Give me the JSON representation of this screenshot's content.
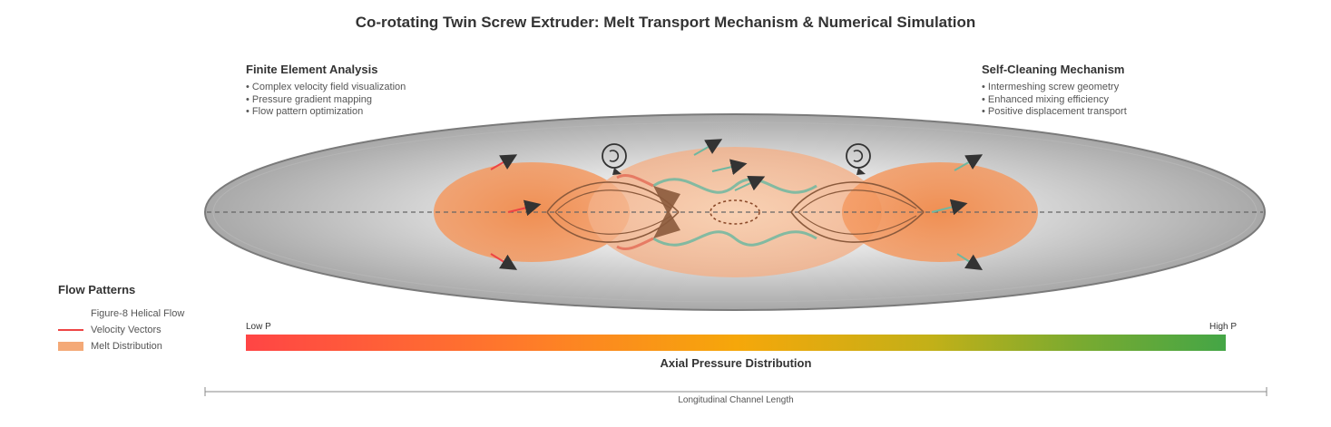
{
  "title": "Co-rotating Twin Screw Extruder: Melt Transport Mechanism & Numerical Simulation",
  "left_panel": {
    "heading": "Finite Element Analysis",
    "items": [
      "Complex velocity field visualization",
      "Pressure gradient mapping",
      "Flow pattern optimization"
    ]
  },
  "right_panel": {
    "heading": "Self-Cleaning Mechanism",
    "items": [
      "Intermeshing screw geometry",
      "Enhanced mixing efficiency",
      "Positive displacement transport"
    ]
  },
  "legend": {
    "heading": "Flow Patterns",
    "items": [
      {
        "label": "Figure-8 Helical Flow",
        "icon": "helix-line"
      },
      {
        "label": "Velocity Vectors",
        "icon": "red-line",
        "color": "#ee4444"
      },
      {
        "label": "Melt Distribution",
        "icon": "orange-swatch",
        "color": "#f4a977"
      }
    ]
  },
  "pressure": {
    "low_label": "Low P",
    "high_label": "High P",
    "title": "Axial Pressure Distribution",
    "colors": [
      "#ff4545",
      "#ff7a2a",
      "#f6a70a",
      "#c2b018",
      "#7aaa30",
      "#44a646"
    ]
  },
  "axis": {
    "label": "Longitudinal Channel Length"
  },
  "colors": {
    "barrel": "#a9a9a9",
    "melt": "#f08a4b",
    "screw": "#8b5a3c",
    "helix_teal": "#6fb7a0",
    "vector_red": "#ee4444",
    "arrow": "#333333"
  }
}
